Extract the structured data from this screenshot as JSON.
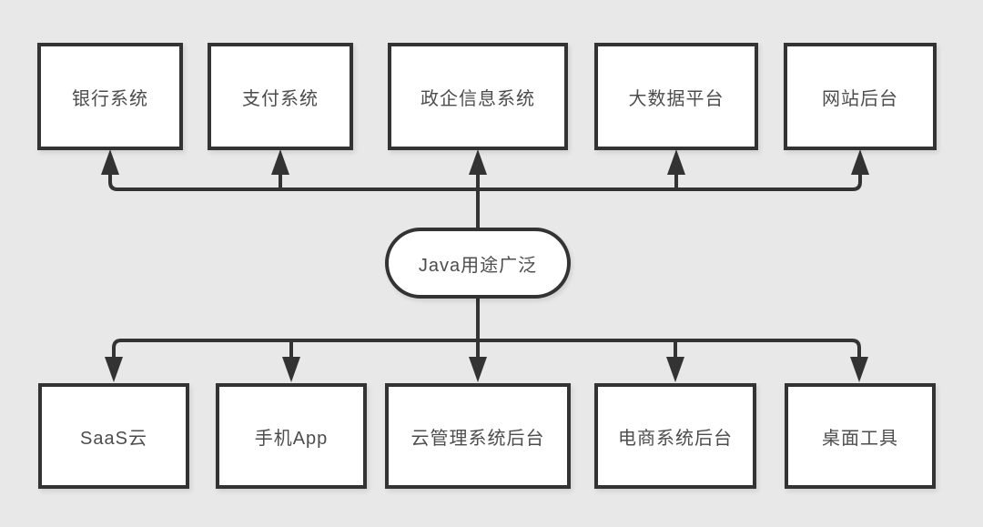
{
  "diagram": {
    "center_node": {
      "label": "Java用途广泛"
    },
    "top_row": [
      {
        "label": "银行系统"
      },
      {
        "label": "支付系统"
      },
      {
        "label": "政企信息系统"
      },
      {
        "label": "大数据平台"
      },
      {
        "label": "网站后台"
      }
    ],
    "bottom_row": [
      {
        "label": "SaaS云"
      },
      {
        "label": "手机App"
      },
      {
        "label": "云管理系统后台"
      },
      {
        "label": "电商系统后台"
      },
      {
        "label": "桌面工具"
      }
    ],
    "colors": {
      "background": "#e8e8e8",
      "node_fill": "#ffffff",
      "stroke": "#333333",
      "text": "#4d4d4d"
    }
  }
}
